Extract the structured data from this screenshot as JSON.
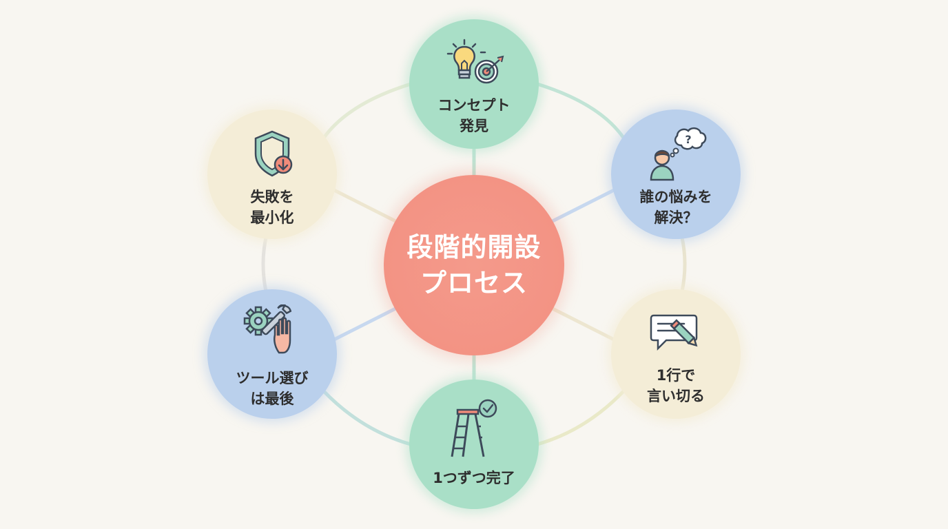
{
  "center": {
    "line1": "段階的開設",
    "line2": "プロセス"
  },
  "nodes": {
    "concept": {
      "line1": "コンセプト",
      "line2": "発見",
      "icon": "lightbulb-target-icon",
      "color": "#a9dfc7"
    },
    "whose": {
      "line1": "誰の悩みを",
      "line2": "解決？",
      "icon": "person-question-icon",
      "color": "#bad0ec"
    },
    "oneline": {
      "line1": "1行で",
      "line2": "言い切る",
      "icon": "chat-pencil-icon",
      "color": "#f4edd7"
    },
    "onebyone": {
      "line1": "1つずつ完了",
      "icon": "ladder-check-icon",
      "color": "#a9dfc7"
    },
    "tools": {
      "line1": "ツール選び",
      "line2": "は最後",
      "icon": "gear-wrench-hand-icon",
      "color": "#bad0ec"
    },
    "failure": {
      "line1": "失敗を",
      "line2": "最小化",
      "icon": "shield-down-icon",
      "color": "#f4edd7"
    }
  },
  "colors": {
    "center": "#f39384",
    "green": "#a9dfc7",
    "blue": "#bad0ec",
    "cream": "#f4edd7",
    "background": "#f8f6f1"
  }
}
